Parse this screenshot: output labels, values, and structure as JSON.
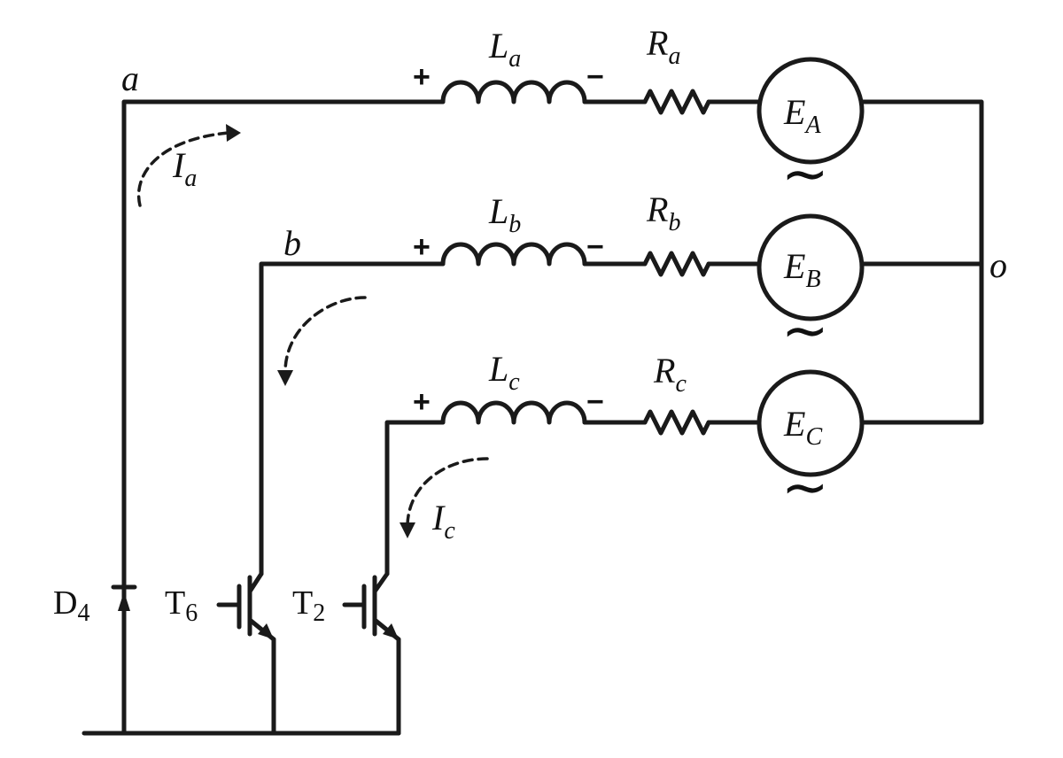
{
  "nodes": {
    "a": "a",
    "b": "b",
    "o": "o"
  },
  "phases": [
    {
      "inductor": {
        "main": "L",
        "sub": "a"
      },
      "resistor": {
        "main": "R",
        "sub": "a"
      },
      "source": {
        "main": "E",
        "sub": "A"
      },
      "plus": "+",
      "minus": "−",
      "ac": "∼"
    },
    {
      "inductor": {
        "main": "L",
        "sub": "b"
      },
      "resistor": {
        "main": "R",
        "sub": "b"
      },
      "source": {
        "main": "E",
        "sub": "B"
      },
      "plus": "+",
      "minus": "−",
      "ac": "∼"
    },
    {
      "inductor": {
        "main": "L",
        "sub": "c"
      },
      "resistor": {
        "main": "R",
        "sub": "c"
      },
      "source": {
        "main": "E",
        "sub": "C"
      },
      "plus": "+",
      "minus": "−",
      "ac": "∼"
    }
  ],
  "currents": {
    "ia": {
      "main": "I",
      "sub": "a"
    },
    "ic": {
      "main": "I",
      "sub": "c"
    }
  },
  "devices": {
    "d4": {
      "main": "D",
      "sub": "4"
    },
    "t6": {
      "main": "T",
      "sub": "6"
    },
    "t2": {
      "main": "T",
      "sub": "2"
    }
  }
}
